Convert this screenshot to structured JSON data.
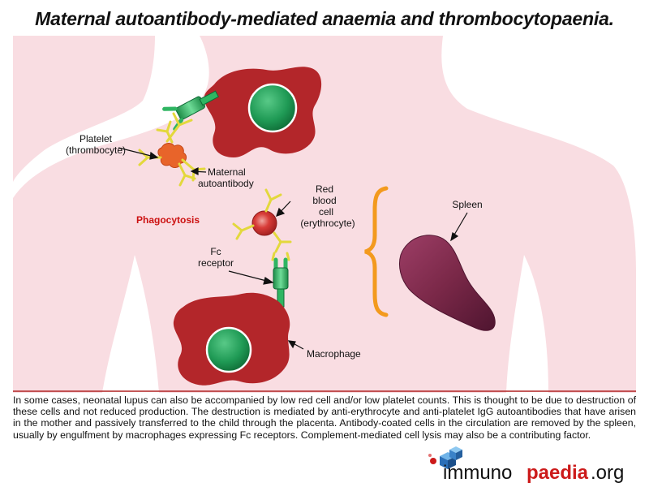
{
  "title": "Maternal autoantibody-mediated anaemia and thrombocytopaenia.",
  "labels": {
    "platelet_line1": "Platelet",
    "platelet_line2": "(thrombocyte)",
    "autoantibody_line1": "Maternal",
    "autoantibody_line2": "autoantibody",
    "rbc_line1": "Red",
    "rbc_line2": "blood",
    "rbc_line3": "cell",
    "rbc_line4": "(erythrocyte)",
    "phagocytosis": "Phagocytosis",
    "fc_line1": "Fc",
    "fc_line2": "receptor",
    "spleen": "Spleen",
    "macrophage": "Macrophage"
  },
  "caption": "In some cases, neonatal lupus can also be accompanied by low red cell and/or low platelet counts. This is thought to be due to destruction of these cells and not reduced production. The destruction is mediated by anti-erythrocyte and anti-platelet IgG autoantibodies that have arisen in the mother and passively transferred to the child through the placenta. Antibody-coated cells in the circulation are removed by the spleen, usually by engulfment by macrophages expressing Fc receptors. Complement-mediated cell lysis may also be a contributing factor.",
  "logo": {
    "part1": "immuno",
    "part2": "paedia",
    "part3": ".org"
  },
  "colors": {
    "body_background": "#f9dde2",
    "macrophage": "#b3262a",
    "nucleus": "#1f9a55",
    "antibody": "#e3d83c",
    "receptor": "#2fb562",
    "platelet": "#e8642a",
    "rbc": "#d23a36",
    "spleen": "#7a2848",
    "brace": "#f39a1e",
    "logo_accent": "#cc1a1a"
  }
}
